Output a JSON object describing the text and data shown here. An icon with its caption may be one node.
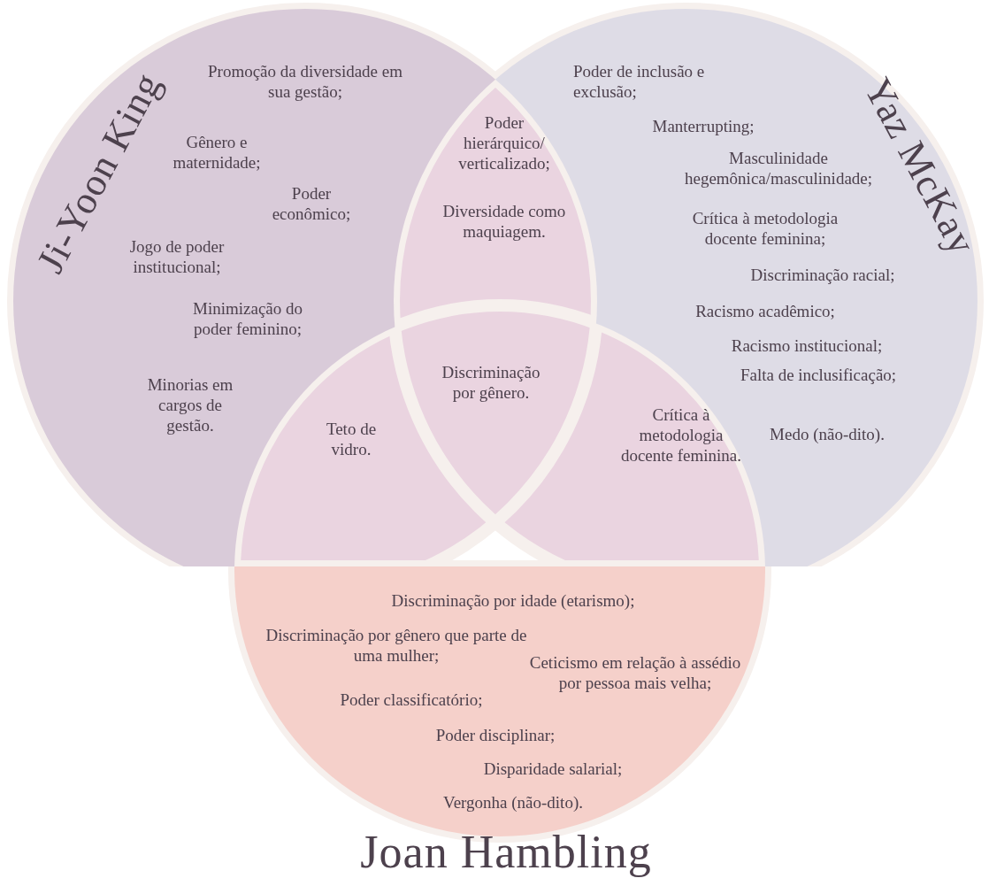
{
  "diagram": {
    "nodes": [
      {
        "text": [
          "Ji-Yoon King",
          "Promoção da diversidade em sua gestão;",
          "Gênero e maternidade;",
          "Poder econômico;",
          "Jogo de poder institucional;",
          "Minimização do poder feminino;",
          "Minorias em cargos de gestão."
        ]
      },
      {
        "text": [
          "Yaz McKay",
          "Poder de inclusão e exclusão;",
          "Manterrupting;",
          "Masculinidade hegemônica/masculinidade;",
          "Crítica à metodologia docente feminina;",
          "Discriminação racial;",
          "Racismo acadêmico;",
          "Racismo institucional;",
          "Falta de inclusificação;",
          "Medo (não-dito)."
        ]
      },
      {
        "text": [
          "Discriminação por idade (etarismo);",
          "Discriminação por gênero que parte de uma mulher;",
          "Ceticismo em relação à assédio por pessoa mais velha;",
          "Poder classificatório;",
          "Poder disciplinar;",
          "Disparidade salarial;",
          "Vergonha (não-dito).",
          "Joan Hambling"
        ]
      }
    ],
    "labels": [
      "Poder hierárquico/ verticalizado;",
      "Diversidade como maquiagem.",
      "Discriminação por gênero.",
      "Teto de vidro.",
      "Crítica à metodologia docente feminina."
    ]
  }
}
